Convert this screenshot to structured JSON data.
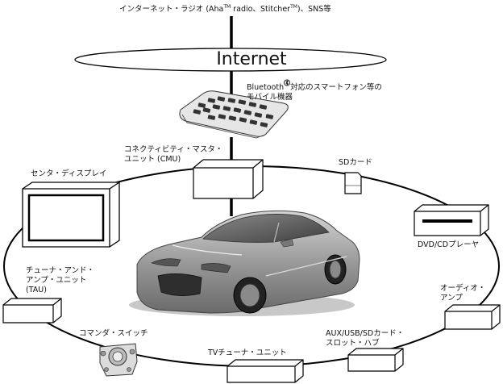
{
  "top_caption": {
    "prefix": "インターネット・ラジオ (Aha",
    "tm1": "TM",
    "middle": " radio、Stitcher",
    "tm2": "TM",
    "suffix": ")、SNS等"
  },
  "internet": "Internet",
  "remote_label": {
    "line1_prefix": "Bluetooth",
    "line1_suffix": "対応のスマートフォン等の",
    "line2": "モバイル機器"
  },
  "components": {
    "cmu": [
      "コネクティビティ・マスタ・",
      "ユニット (CMU)"
    ],
    "sd": "SDカード",
    "center_display": "センタ・ディスプレイ",
    "dvd": "DVD/CDプレーヤ",
    "tau": [
      "チューナ・アンド・",
      "アンプ・ユニット",
      "(TAU)"
    ],
    "amp": [
      "オーディオ・",
      "アンプ"
    ],
    "commander": "コマンダ・スイッチ",
    "tv": "TVチューナ・ユニット",
    "hub": [
      "AUX/USB/SDカード・",
      "スロット・ハブ"
    ]
  },
  "icons": {
    "bluetooth": "bluetooth-icon",
    "phone": "phone-icon",
    "car": "car-icon"
  }
}
